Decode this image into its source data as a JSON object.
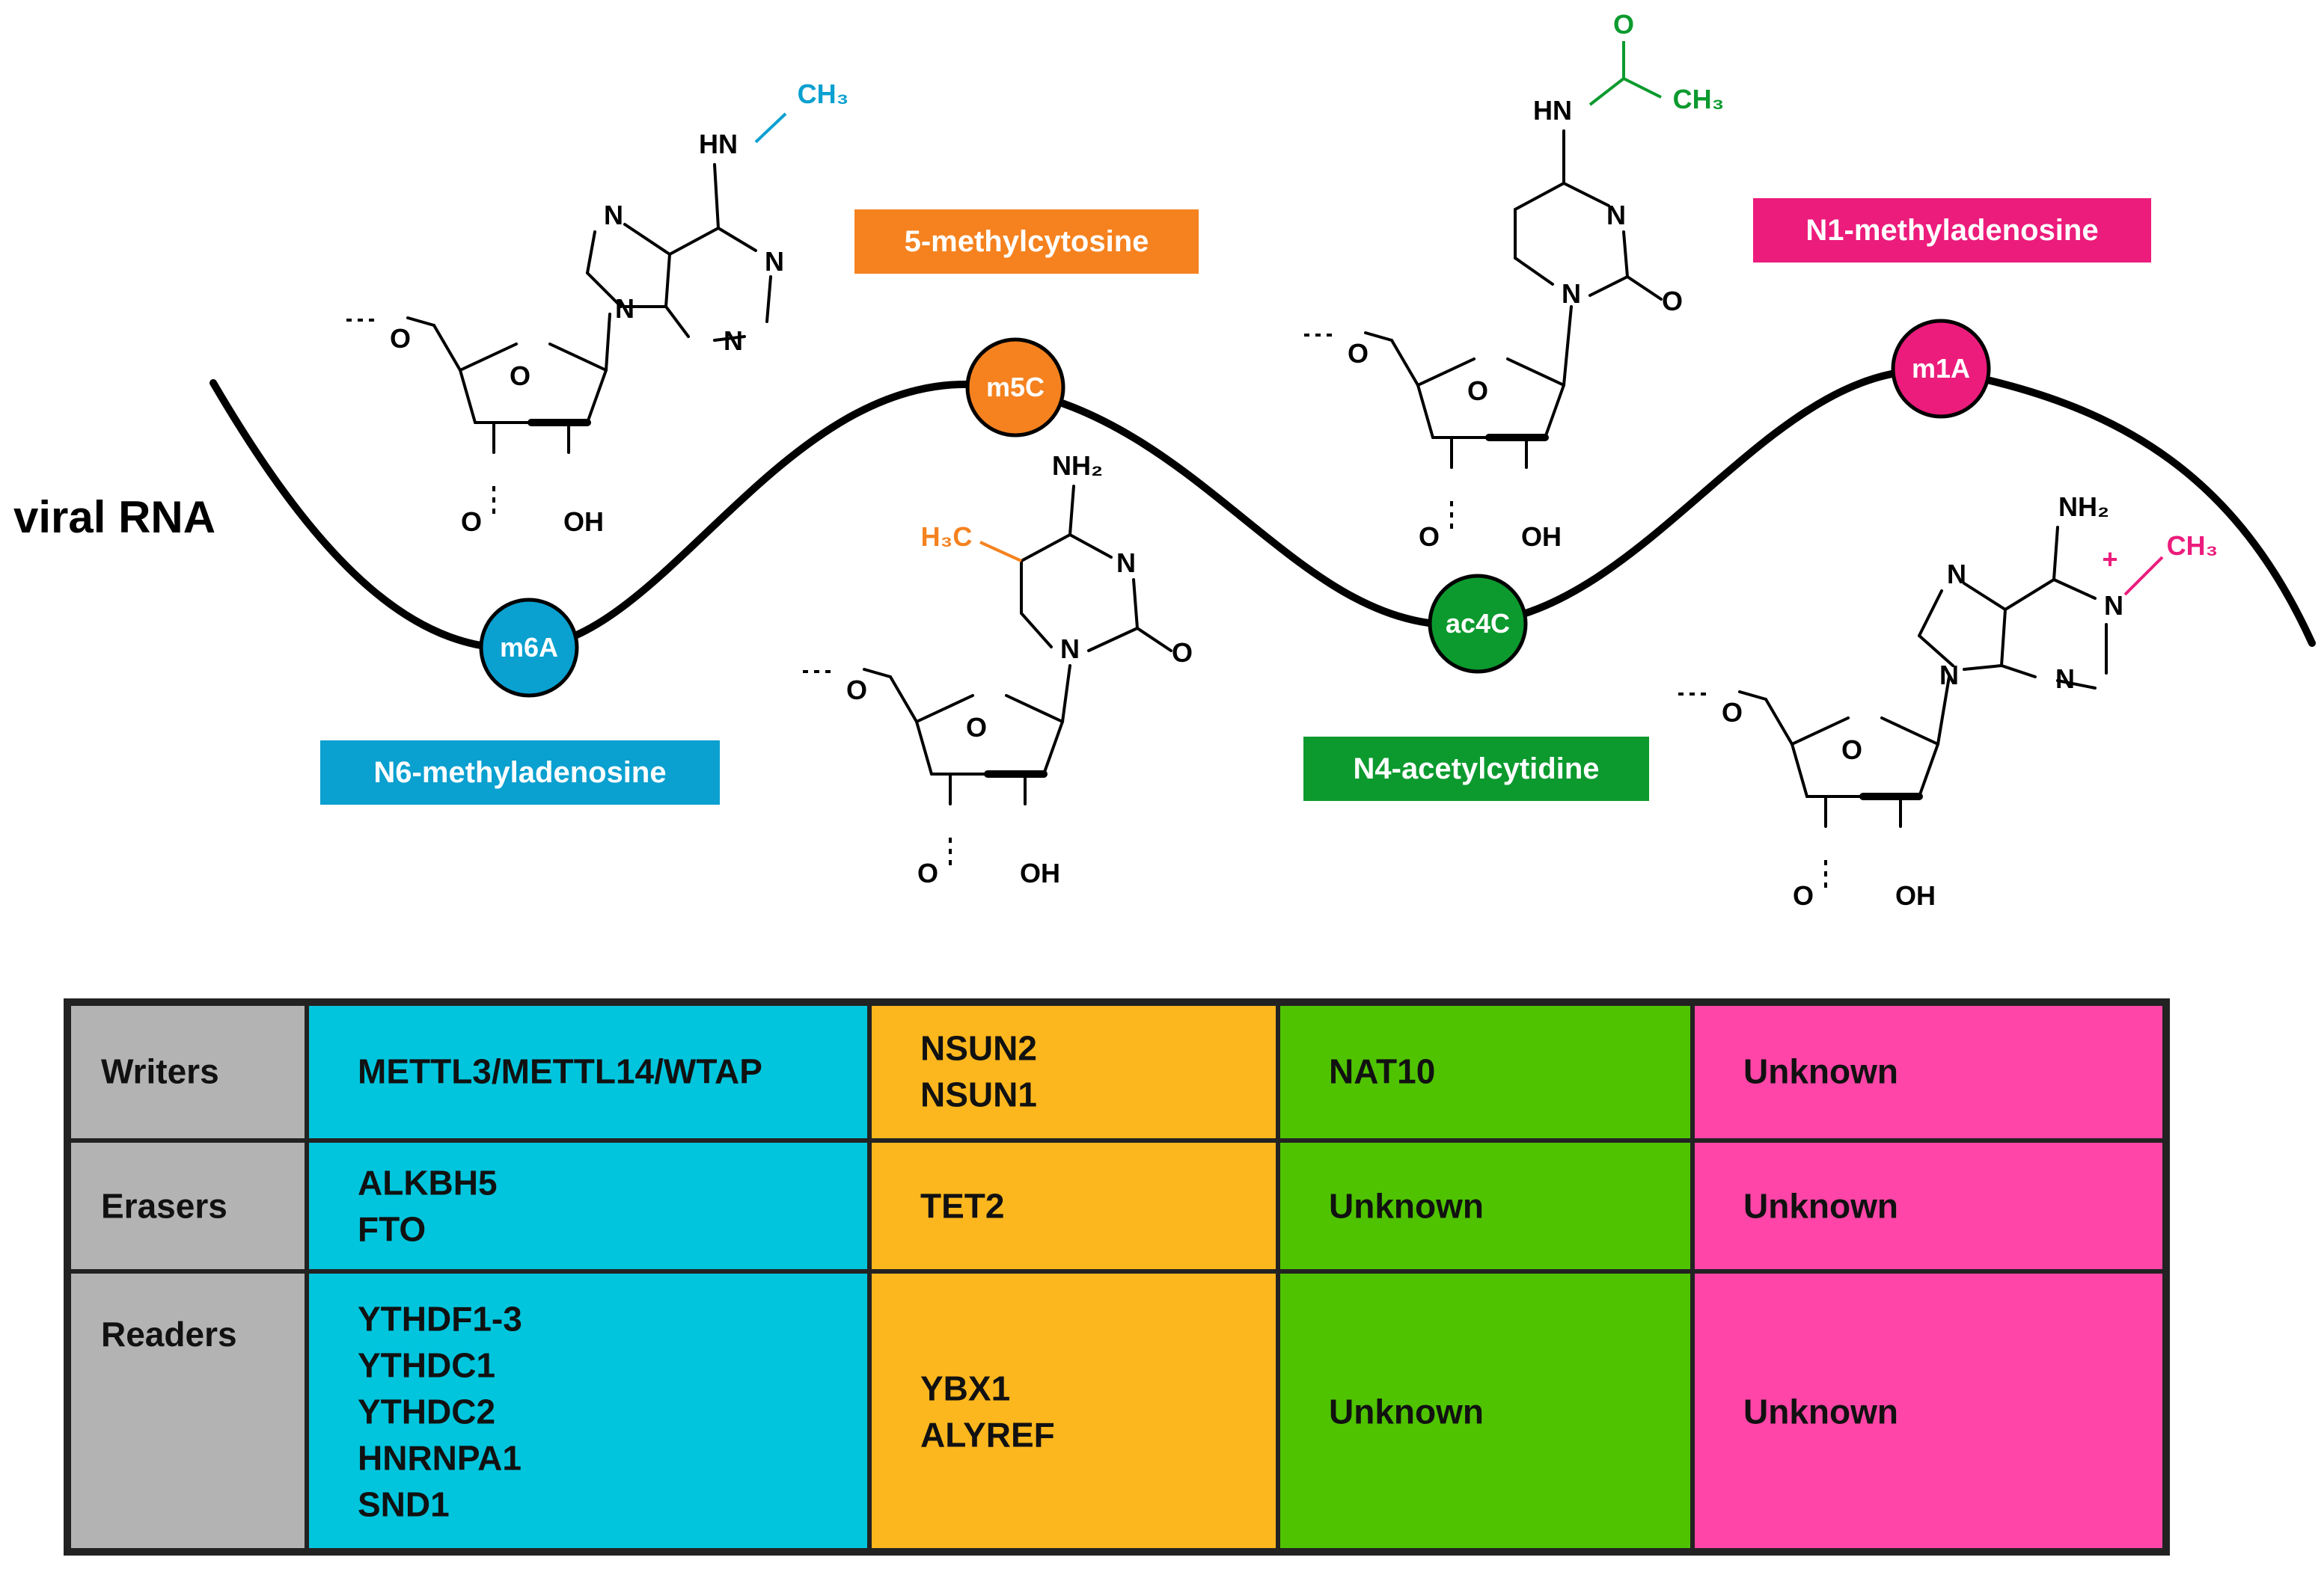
{
  "rna_label": "viral RNA",
  "modifications": [
    {
      "id": "m6A",
      "node_label": "m6A",
      "name": "N6-methyladenosine",
      "color": "#0aa0d0"
    },
    {
      "id": "m5C",
      "node_label": "m5C",
      "name": "5-methylcytosine",
      "color": "#f5821f"
    },
    {
      "id": "ac4C",
      "node_label": "ac4C",
      "name": "N4-acetylcytidine",
      "color": "#0c9a2e"
    },
    {
      "id": "m1A",
      "node_label": "m1A",
      "name": "N1-methyladenosine",
      "color": "#ec1c7c"
    }
  ],
  "chem_text": {
    "o": "O",
    "n": "N",
    "oh": "OH",
    "hn": "HN",
    "nh2": "NH₂",
    "ch3": "CH₃",
    "h3c": "H₃C",
    "plus": "+"
  },
  "colors": {
    "row_header": "#b3b3b3",
    "m6a_cell": "#00c5dd",
    "m5c_cell": "#fdb71e",
    "ac4c_cell": "#4fc300",
    "m1a_cell": "#ff45a7"
  },
  "table": {
    "rows": [
      {
        "label": "Writers",
        "cells": [
          [
            "METTL3/METTL14/WTAP"
          ],
          [
            "NSUN2",
            "NSUN1"
          ],
          [
            "NAT10"
          ],
          [
            "Unknown"
          ]
        ]
      },
      {
        "label": "Erasers",
        "cells": [
          [
            "ALKBH5",
            "FTO"
          ],
          [
            "TET2"
          ],
          [
            "Unknown"
          ],
          [
            "Unknown"
          ]
        ]
      },
      {
        "label": "Readers",
        "cells": [
          [
            "YTHDF1-3",
            "YTHDC1",
            "YTHDC2",
            "HNRNPA1",
            "SND1"
          ],
          [
            "YBX1",
            "ALYREF"
          ],
          [
            "Unknown"
          ],
          [
            "Unknown"
          ]
        ]
      }
    ]
  }
}
